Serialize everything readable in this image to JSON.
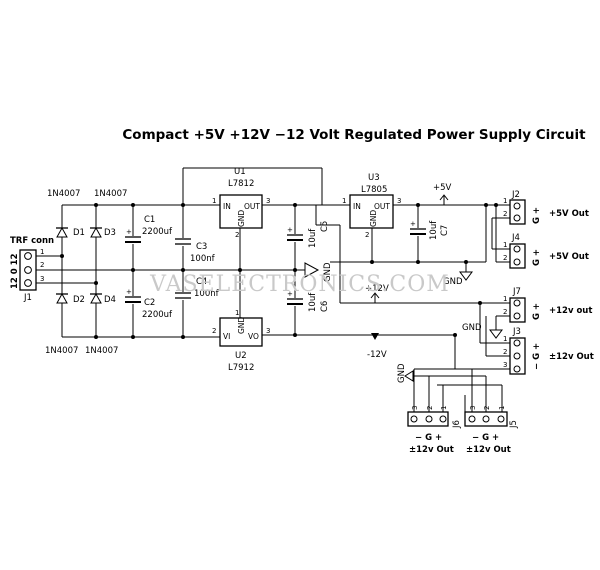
{
  "title": "Compact +5V +12V −12 Volt Regulated Power Supply Circuit",
  "watermark": "VASELECTRONICS.COM",
  "connectors": {
    "j1": {
      "ref": "J1",
      "name": "TRF conn",
      "side_label": "12 0 12",
      "pins": [
        "1",
        "2",
        "3"
      ]
    },
    "j2": {
      "ref": "J2",
      "pins": [
        "1",
        "2"
      ],
      "pin_labels": "G +",
      "output": "+5V Out"
    },
    "j4": {
      "ref": "J4",
      "pins": [
        "1",
        "2"
      ],
      "pin_labels": "G +",
      "output": "+5V Out"
    },
    "j7": {
      "ref": "J7",
      "pins": [
        "1",
        "2"
      ],
      "pin_labels": "G +",
      "output": "+12v out"
    },
    "j3": {
      "ref": "J3",
      "pins": [
        "1",
        "2",
        "3"
      ],
      "pin_labels": "− G +",
      "output": "±12v Out"
    },
    "j6": {
      "ref": "J6",
      "pins": [
        "3",
        "2",
        "1"
      ],
      "pin_labels": "− G +",
      "output": "±12v Out"
    },
    "j5": {
      "ref": "J5",
      "pins": [
        "3",
        "2",
        "1"
      ],
      "pin_labels": "− G +",
      "output": "±12v Out"
    }
  },
  "diodes": [
    {
      "ref": "D1",
      "part": "1N4007"
    },
    {
      "ref": "D3",
      "part": "1N4007"
    },
    {
      "ref": "D2",
      "part": "1N4007"
    },
    {
      "ref": "D4",
      "part": "1N4007"
    }
  ],
  "capacitors": [
    {
      "ref": "C1",
      "value": "2200uf"
    },
    {
      "ref": "C2",
      "value": "2200uf"
    },
    {
      "ref": "C3",
      "value": "100nf"
    },
    {
      "ref": "C4",
      "value": "100nf"
    },
    {
      "ref": "C5",
      "value": "10uf"
    },
    {
      "ref": "C6",
      "value": "10uf"
    },
    {
      "ref": "C7",
      "value": "10uf"
    }
  ],
  "regulators": {
    "u1": {
      "ref": "U1",
      "part": "L7812",
      "pin_in": "IN",
      "pin_out": "OUT",
      "pin_gnd": "GND",
      "num_in": "1",
      "num_out": "3",
      "num_gnd": "2"
    },
    "u2": {
      "ref": "U2",
      "part": "L7912",
      "pin_in": "VI",
      "pin_out": "VO",
      "pin_gnd": "GND",
      "num_in": "2",
      "num_out": "3",
      "num_gnd": "1"
    },
    "u3": {
      "ref": "U3",
      "part": "L7805",
      "pin_in": "IN",
      "pin_out": "OUT",
      "pin_gnd": "GND",
      "num_in": "1",
      "num_out": "3",
      "num_gnd": "2"
    }
  },
  "nets": {
    "gnd": "GND",
    "p5v": "+5V",
    "p12v": "+12V",
    "n12v": "-12V"
  }
}
